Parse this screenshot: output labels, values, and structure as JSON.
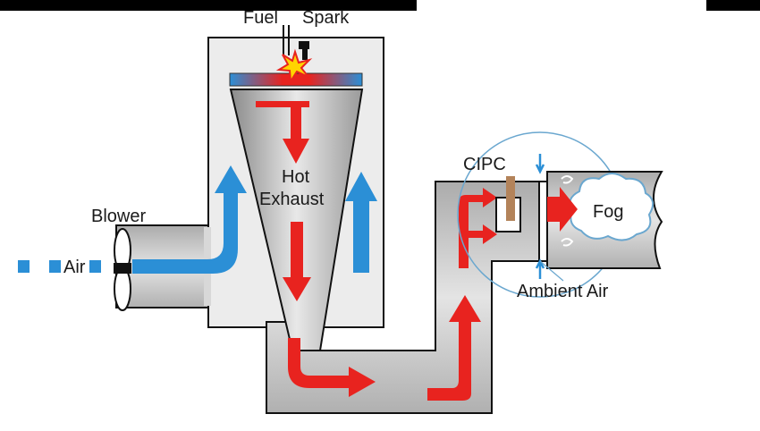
{
  "labels": {
    "fuel": "Fuel",
    "spark": "Spark",
    "hot_exhaust_line1": "Hot",
    "hot_exhaust_line2": "Exhaust",
    "blower": "Blower",
    "air": "Air",
    "cipc": "CIPC",
    "fog": "Fog",
    "ambient_air": "Ambient Air"
  },
  "colors": {
    "hot": "#e8231f",
    "cold": "#2b8fd6",
    "duct": "#c9c9c9",
    "outline": "#111111",
    "chemical": "#b3835a"
  }
}
